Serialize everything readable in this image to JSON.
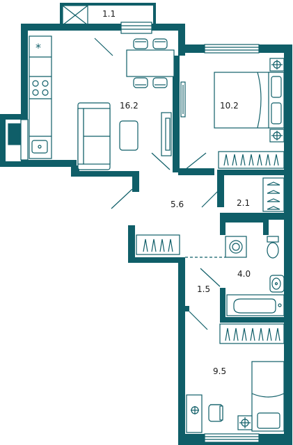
{
  "rooms": {
    "balcony": {
      "area": "1.1"
    },
    "kitchen_living": {
      "area": "16.2"
    },
    "bedroom_main": {
      "area": "10.2"
    },
    "hallway": {
      "area": "5.6"
    },
    "wardrobe": {
      "area": "2.1"
    },
    "bathroom": {
      "area": "4.0"
    },
    "corridor": {
      "area": "1.5"
    },
    "bedroom_small": {
      "area": "9.5"
    }
  },
  "colors": {
    "wall": "#0f5e68",
    "background": "#ffffff",
    "text": "#1a1a1a"
  }
}
